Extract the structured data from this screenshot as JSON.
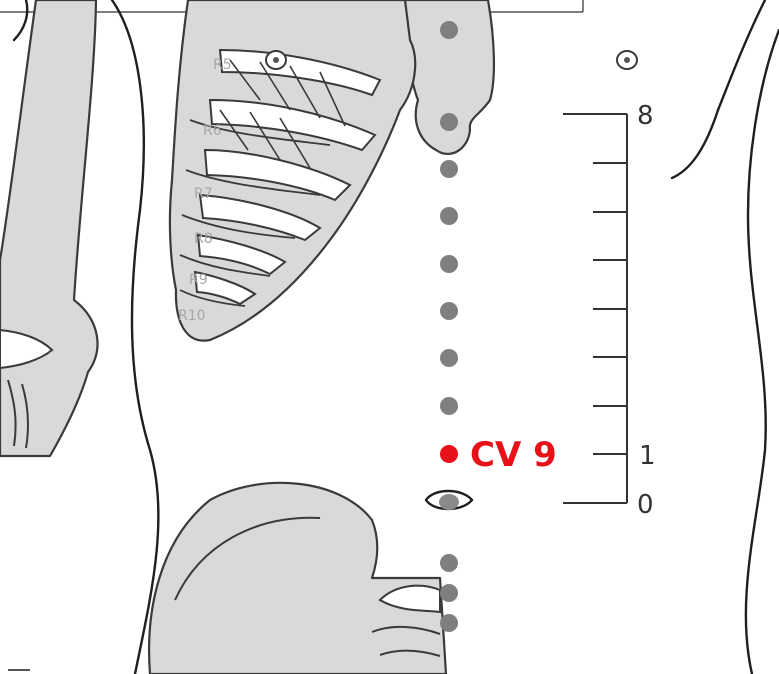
{
  "ribs": {
    "labels": [
      "R5",
      "R6",
      "R7",
      "R8",
      "R9",
      "R10"
    ]
  },
  "scale": {
    "top_label": "8",
    "label_1": "1",
    "label_0": "0",
    "tick_count": 9
  },
  "acupoint": {
    "label": "CV 9",
    "color": "#e8111a"
  },
  "colors": {
    "bone": "#d9d9d9",
    "outline": "#3a3a3a",
    "point": "#7f7f7f"
  },
  "icons": [
    "navel-icon",
    "nipple-icon"
  ]
}
